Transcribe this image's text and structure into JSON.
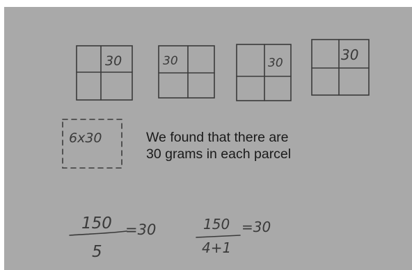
{
  "grams": [
    {
      "label": "30"
    },
    {
      "label": "30"
    },
    {
      "label": "30"
    },
    {
      "label": "30"
    }
  ],
  "dashed_box": {
    "label": "6x30"
  },
  "statement": {
    "line1": "We found that there are",
    "line2": "30 grams in each parcel"
  },
  "equation1": {
    "numerator": "150",
    "denominator": "5",
    "result": "=30"
  },
  "equation2": {
    "numerator": "150",
    "denominator": "4+1",
    "result": "=30"
  }
}
